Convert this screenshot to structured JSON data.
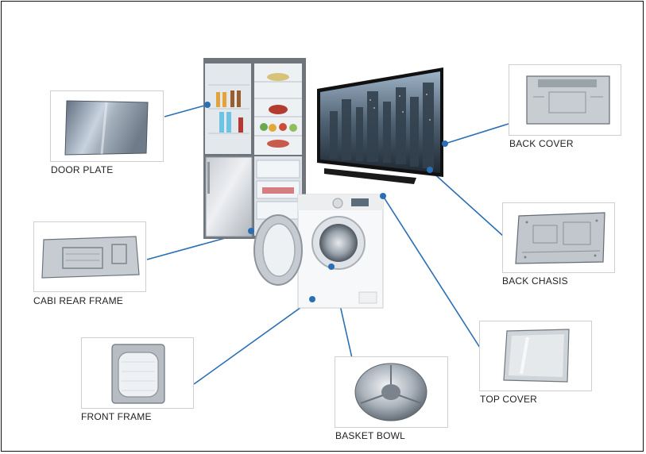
{
  "colors": {
    "connector": "#2a6fb5",
    "border": "#111111",
    "metal_light": "#d9dde2",
    "metal_dark": "#7d858e"
  },
  "parts": [
    {
      "id": "door-plate",
      "label": "DOOR PLATE",
      "icon": "door-plate-icon"
    },
    {
      "id": "cabi-rear-frame",
      "label": "CABI REAR FRAME",
      "icon": "rear-frame-icon"
    },
    {
      "id": "front-frame",
      "label": "FRONT FRAME",
      "icon": "front-frame-icon"
    },
    {
      "id": "basket-bowl",
      "label": "BASKET BOWL",
      "icon": "basket-bowl-icon"
    },
    {
      "id": "top-cover",
      "label": "TOP COVER",
      "icon": "top-cover-icon"
    },
    {
      "id": "back-chasis",
      "label": "BACK CHASIS",
      "icon": "back-chasis-icon"
    },
    {
      "id": "back-cover",
      "label": "BACK COVER",
      "icon": "back-cover-icon"
    }
  ],
  "appliances": [
    "refrigerator-icon",
    "television-icon",
    "washing-machine-icon"
  ]
}
